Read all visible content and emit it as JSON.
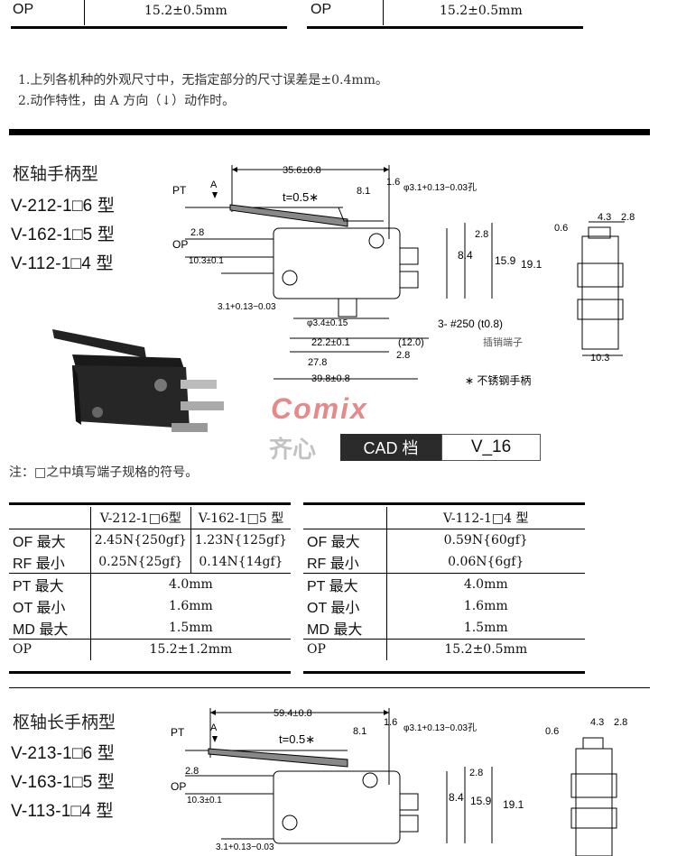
{
  "top_table": {
    "left_label": "OP",
    "left_value": "15.2±0.5mm",
    "right_label": "OP",
    "right_value": "15.2±0.5mm"
  },
  "notes": {
    "line1": "1.上列各机种的外观尺寸中，无指定部分的尺寸误差是±0.4mm。",
    "line2": "2.动作特性，由 A 方向（↓）动作时。"
  },
  "section1": {
    "title": "枢轴手柄型",
    "models": [
      "V-212-1□6 型",
      "V-162-1□5 型",
      "V-112-1□4 型"
    ],
    "dims": {
      "d_35_6": "35.6±0.8",
      "pt": "PT",
      "a": "A",
      "t": "t=0.5∗",
      "d_8_1": "8.1",
      "d_1_6": "1.6",
      "hole": "φ3.1+0.13−0.03孔",
      "d_0_6": "0.6",
      "d_4_3": "4.3",
      "d_2_8a": "2.8",
      "op": "OP",
      "d_2_8b": "2.8",
      "d_2_8c": "2.8",
      "d_8_4": "8.4",
      "d_15_9": "15.9",
      "d_19_1": "19.1",
      "d_10_3": "10.3±0.1",
      "d_3_1": "3.1+0.13−0.03",
      "d_3_4": "φ3.4±0.15",
      "terminal": "3- #250 (t0.8)",
      "terminal_cn": "插销端子",
      "d_22_2": "22.2±0.1",
      "d_12_0": "(12.0)",
      "d_2_8d": "2.8",
      "d_27_8": "27.8",
      "d_39_8": "39.8±0.8",
      "d_10_3b": "10.3",
      "stainless": "∗ 不锈钢手柄"
    },
    "watermark": "Comix",
    "watermark_cn": "齐心",
    "cad_label": "CAD 档",
    "cad_value": "V_16",
    "footnote": "注：□之中填写端子规格的符号。"
  },
  "spec_left": {
    "header_a": "V-212-1□6型",
    "header_b": "V-162-1□5 型",
    "rows": [
      {
        "label": "OF  最大",
        "a": "2.45N{250gf}",
        "b": "1.23N{125gf}"
      },
      {
        "label": "RF  最小",
        "a": "0.25N{25gf}",
        "b": "0.14N{14gf}"
      }
    ],
    "rows2": [
      {
        "label": "PT  最大",
        "v": "4.0mm"
      },
      {
        "label": "OT  最小",
        "v": "1.6mm"
      },
      {
        "label": "MD 最大",
        "v": "1.5mm"
      }
    ],
    "op_label": "OP",
    "op_value": "15.2±1.2mm"
  },
  "spec_right": {
    "header": "V-112-1□4 型",
    "rows": [
      {
        "label": "OF  最大",
        "v": "0.59N{60gf}"
      },
      {
        "label": "RF  最小",
        "v": "0.06N{6gf}"
      }
    ],
    "rows2": [
      {
        "label": "PT  最大",
        "v": "4.0mm"
      },
      {
        "label": "OT  最小",
        "v": "1.6mm"
      },
      {
        "label": "MD 最大",
        "v": "1.5mm"
      }
    ],
    "op_label": "OP",
    "op_value": "15.2±0.5mm"
  },
  "section2": {
    "title": "枢轴长手柄型",
    "models": [
      "V-213-1□6 型",
      "V-163-1□5 型",
      "V-113-1□4 型"
    ],
    "dims": {
      "d_59_4": "59.4±0.8",
      "pt": "PT",
      "a": "A",
      "t": "t=0.5∗",
      "d_8_1": "8.1",
      "d_1_6": "1.6",
      "hole": "φ3.1+0.13−0.03孔",
      "d_0_6": "0.6",
      "d_4_3": "4.3",
      "d_2_8a": "2.8",
      "d_2_8b": "2.8",
      "op": "OP",
      "d_2_8c": "2.8",
      "d_10_3": "10.3±0.1",
      "d_8_4": "8.4",
      "d_15_9": "15.9",
      "d_19_1": "19.1",
      "d_3_1": "3.1+0.13−0.03"
    }
  }
}
